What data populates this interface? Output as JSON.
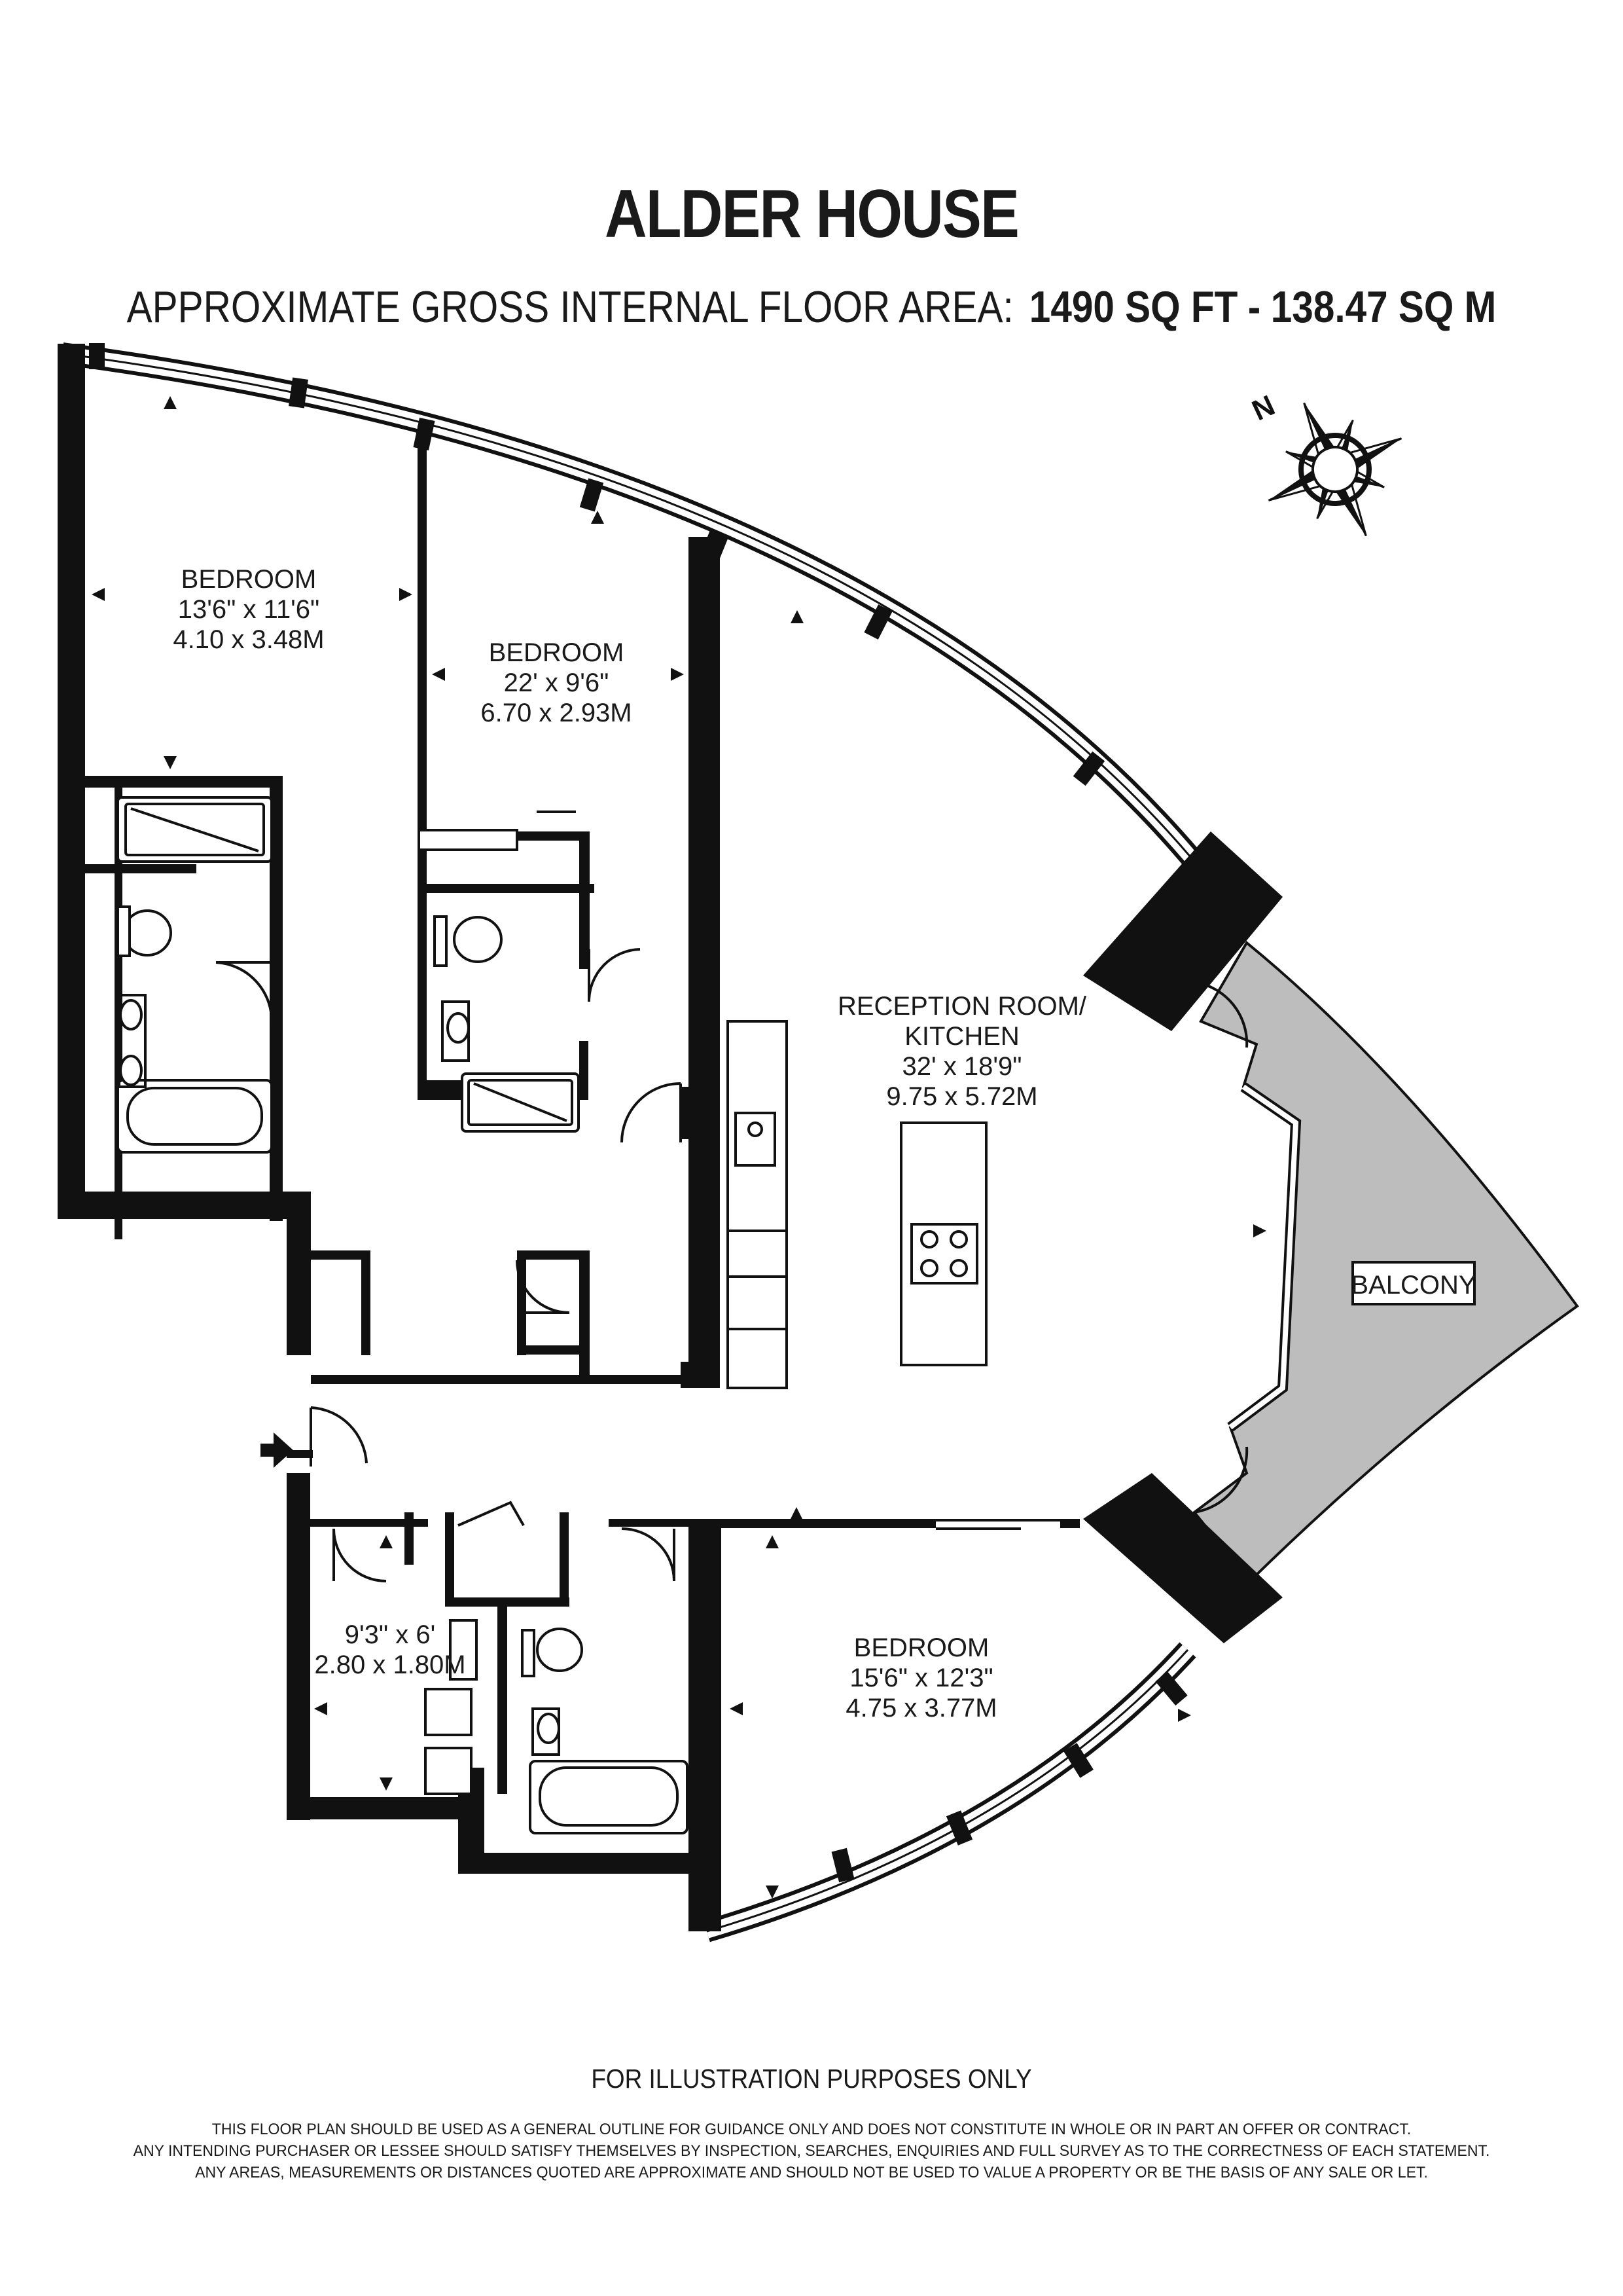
{
  "header": {
    "title": "ALDER HOUSE",
    "area_label": "APPROXIMATE GROSS INTERNAL FLOOR AREA:",
    "area_sqft": "1490 SQ FT",
    "separator": "-",
    "area_sqm": "138.47 SQ M"
  },
  "compass": {
    "north_label": "N"
  },
  "rooms": {
    "bedroom1": {
      "name": "BEDROOM",
      "imperial": "13'6\" x 11'6\"",
      "metric": "4.10 x 3.48M"
    },
    "bedroom2": {
      "name": "BEDROOM",
      "imperial": "22' x 9'6\"",
      "metric": "6.70 x 2.93M"
    },
    "reception": {
      "name_line1": "RECEPTION ROOM/",
      "name_line2": "KITCHEN",
      "imperial": "32' x 18'9\"",
      "metric": "9.75 x 5.72M"
    },
    "bedroom3": {
      "name": "BEDROOM",
      "imperial": "15'6\" x 12'3\"",
      "metric": "4.75 x 3.77M"
    },
    "study": {
      "imperial": "9'3\" x 6'",
      "metric": "2.80 x 1.80M"
    },
    "balcony": {
      "name": "BALCONY"
    }
  },
  "footer": {
    "illustration_note": "FOR ILLUSTRATION PURPOSES ONLY",
    "disclaimer_lines": [
      "THIS FLOOR PLAN SHOULD BE USED AS A GENERAL OUTLINE FOR GUIDANCE ONLY AND DOES NOT CONSTITUTE IN WHOLE OR IN PART AN OFFER OR CONTRACT.",
      "ANY INTENDING PURCHASER OR LESSEE SHOULD SATISFY THEMSELVES BY INSPECTION, SEARCHES, ENQUIRIES AND FULL SURVEY AS TO THE CORRECTNESS OF EACH STATEMENT.",
      "ANY AREAS, MEASUREMENTS OR DISTANCES QUOTED ARE APPROXIMATE AND SHOULD NOT BE USED TO VALUE A PROPERTY OR BE THE BASIS OF ANY SALE OR LET."
    ]
  },
  "colors": {
    "wall": "#111111",
    "balcony_fill": "#bdbdbd",
    "text": "#1a1a1a"
  }
}
